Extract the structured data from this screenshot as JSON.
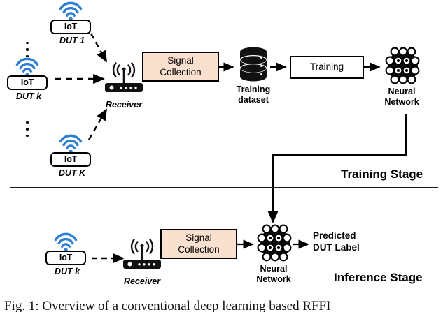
{
  "figure": {
    "caption": "Fig. 1: Overview of a conventional deep learning based RFFI",
    "accent_color": "#2E7FD0",
    "box_fill_color": "#FAE0CE",
    "line_color": "#000000"
  },
  "training_stage": {
    "stage_label": "Training Stage",
    "devices": [
      {
        "id": "dut1",
        "box_label": "IoT",
        "name": "DUT 1"
      },
      {
        "id": "dutk",
        "box_label": "IoT",
        "name": "DUT k"
      },
      {
        "id": "dutK",
        "box_label": "IoT",
        "name": "DUT K"
      }
    ],
    "receiver_label": "Receiver",
    "signal_collection": {
      "line1": "Signal",
      "line2": "Collection"
    },
    "dataset": {
      "line1": "Training",
      "line2": "dataset"
    },
    "training_box_label": "Training",
    "neural_network": {
      "line1": "Neural",
      "line2": "Network"
    }
  },
  "inference_stage": {
    "stage_label": "Inference Stage",
    "device": {
      "box_label": "IoT",
      "name": "DUT k"
    },
    "receiver_label": "Receiver",
    "signal_collection": {
      "line1": "Signal",
      "line2": "Collection"
    },
    "neural_network": {
      "line1": "Neural",
      "line2": "Network"
    },
    "output": {
      "line1": "Predicted",
      "line2": "DUT Label"
    }
  }
}
